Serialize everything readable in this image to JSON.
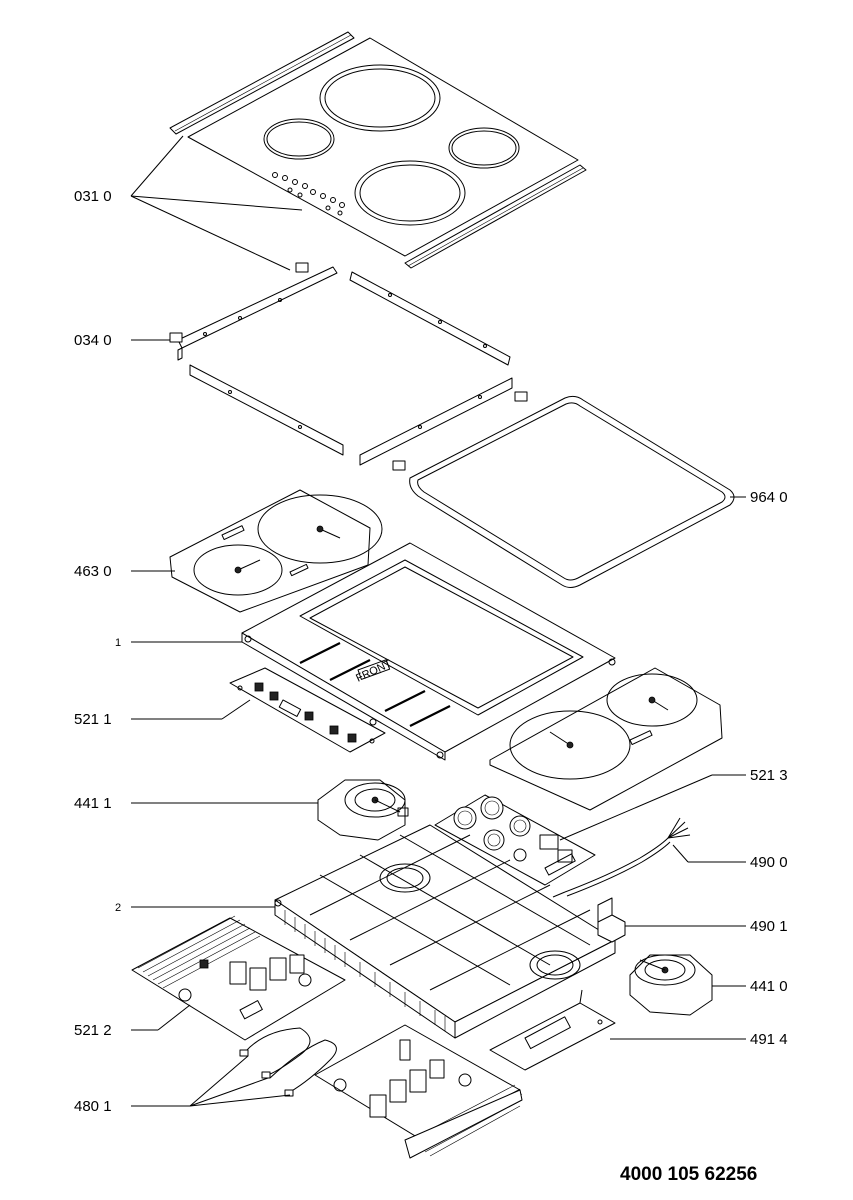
{
  "callouts": {
    "c0310": "031 0",
    "c0340": "034 0",
    "c9640": "964 0",
    "c4630": "463 0",
    "c1": "1",
    "c5211": "521 1",
    "c5213": "521 3",
    "c4411": "441 1",
    "c4900": "490 0",
    "c2": "2",
    "c4901": "490 1",
    "c4410": "441 0",
    "c5212": "521 2",
    "c4914": "491 4",
    "c4801": "480 1"
  },
  "frame_marking": "FRONT",
  "document_number": "4000 105 62256"
}
